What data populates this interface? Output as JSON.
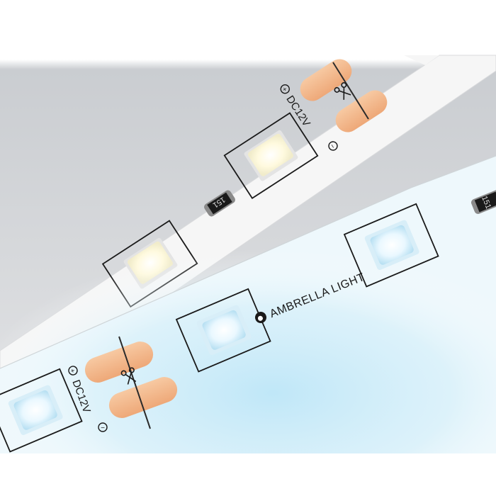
{
  "product": {
    "brand_text": "AMBRELLA LIGHT",
    "voltage_label": "DC12V",
    "resistor_code": "151",
    "plus_symbol": "+",
    "minus_symbol": "−"
  },
  "colors": {
    "upper_background": "#cfd1d4",
    "strip_white": "#f7f7f7",
    "copper_pad": "#f2b98d",
    "glow_blue": "#bfe6f7",
    "led_warm": "#fffbe0",
    "led_cool": "#e9f8ff",
    "outline": "#1a1a1a"
  },
  "icons": [
    "scissors-icon",
    "brand-logo-icon",
    "plus-terminal-icon",
    "minus-terminal-icon"
  ]
}
